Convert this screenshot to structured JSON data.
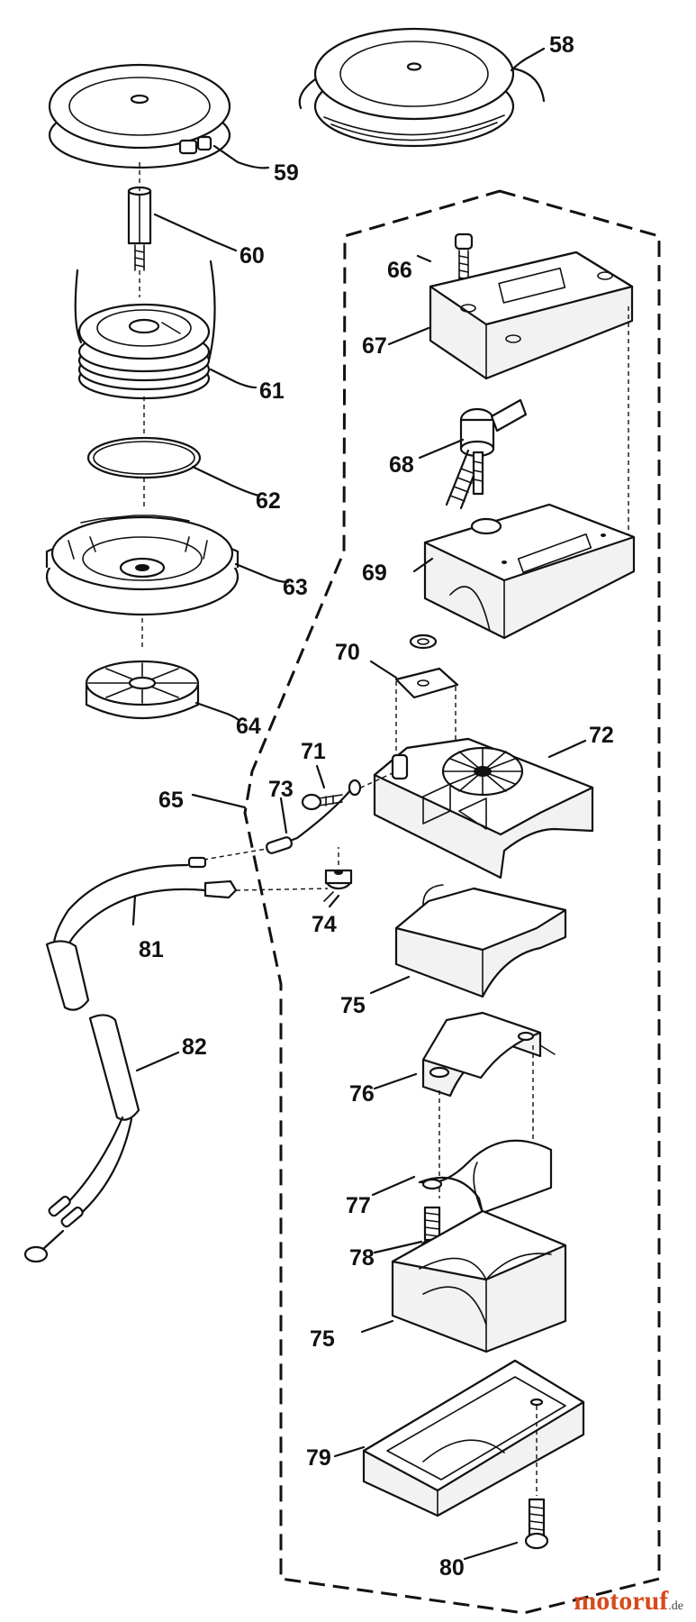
{
  "diagram": {
    "part_labels": {
      "p58": "58",
      "p59": "59",
      "p60": "60",
      "p61": "61",
      "p62": "62",
      "p63": "63",
      "p64": "64",
      "p65": "65",
      "p66": "66",
      "p67": "67",
      "p68": "68",
      "p69": "69",
      "p70": "70",
      "p71": "71",
      "p72": "72",
      "p73": "73",
      "p74": "74",
      "p75a": "75",
      "p75b": "75",
      "p76": "76",
      "p77": "77",
      "p78": "78",
      "p79": "79",
      "p80": "80",
      "p81": "81",
      "p82": "82"
    }
  },
  "watermark": {
    "brand": "motoruf",
    "tld": ".de",
    "color": "#d84a1b"
  }
}
